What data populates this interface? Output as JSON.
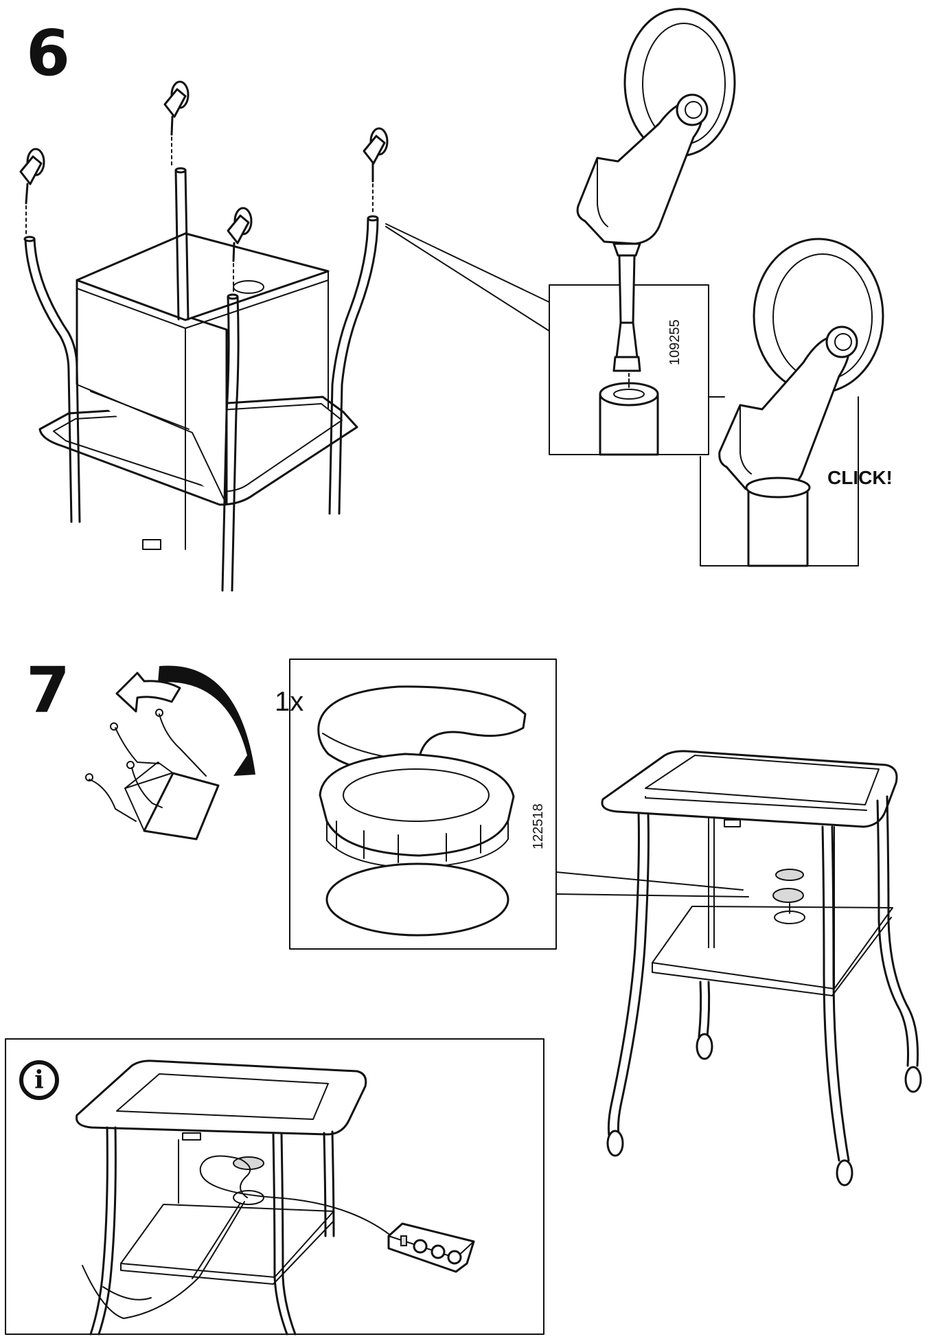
{
  "step6": {
    "number": "6",
    "part_number": "109255",
    "click_label": "CLICK!"
  },
  "step7": {
    "number": "7",
    "quantity": "1x",
    "part_number": "122518"
  },
  "info_panel": {
    "icon": "info-icon",
    "symbol": "i"
  }
}
